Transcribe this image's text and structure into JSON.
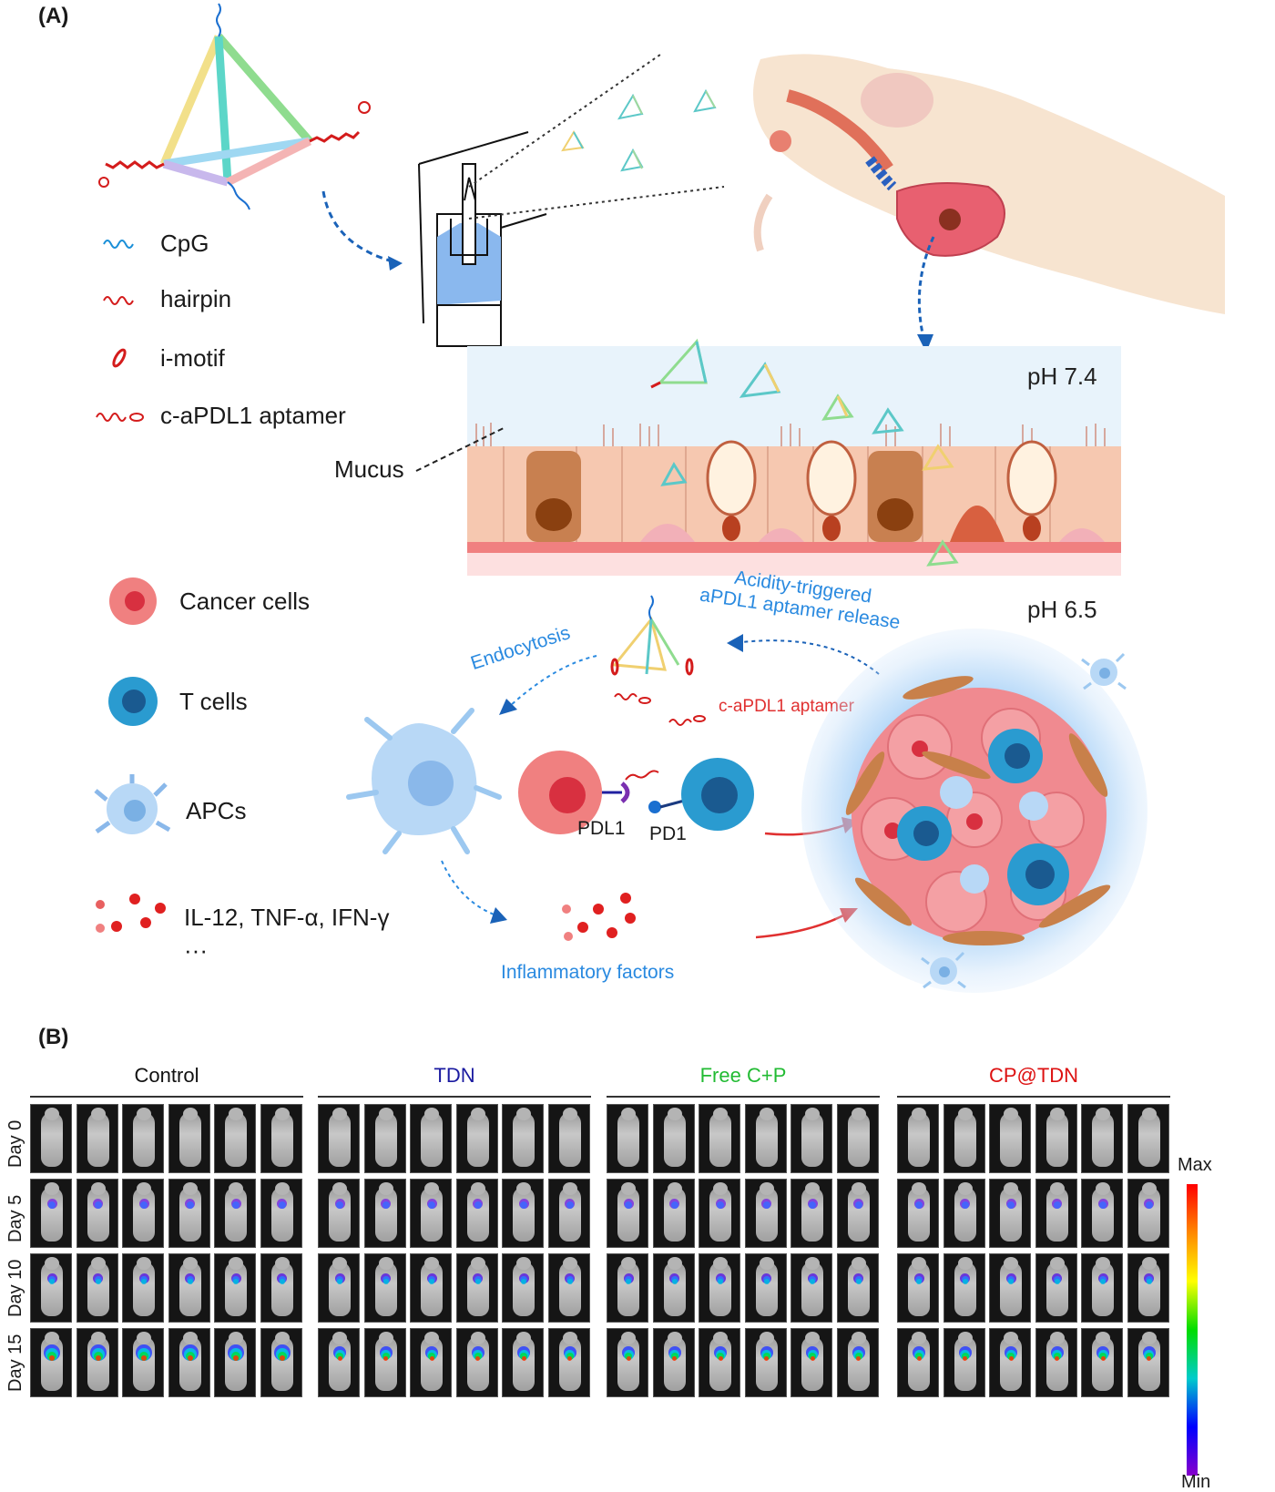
{
  "panelA": {
    "label": "(A)",
    "legend_strands": [
      {
        "label": "CpG",
        "color": "#1a8fd8"
      },
      {
        "label": "hairpin",
        "color": "#d41c1c"
      },
      {
        "label": "i-motif",
        "color": "#d41c1c"
      },
      {
        "label": "c-aPDL1 aptamer",
        "color": "#d41c1c"
      }
    ],
    "legend_cells": [
      {
        "label": "Cancer cells",
        "color": "#f08080"
      },
      {
        "label": "T cells",
        "color": "#2a9bd0"
      },
      {
        "label": "APCs",
        "color": "#9cc8f0"
      },
      {
        "label": "IL-12, TNF-α, IFN-γ",
        "color": "#e02020"
      },
      {
        "label": "···",
        "color": "#1a1a1a"
      }
    ],
    "mucus_label": "Mucus",
    "ph_top": "pH 7.4",
    "ph_bottom": "pH 6.5",
    "acidity_line1": "Acidity-triggered",
    "acidity_line2": "aPDL1 aptamer release",
    "endocytosis": "Endocytosis",
    "aptamer_label": "c-aPDL1 aptamer",
    "pdl1": "PDL1",
    "pd1": "PD1",
    "inflammatory": "Inflammatory factors"
  },
  "panelB": {
    "label": "(B)",
    "groups": [
      {
        "name": "Control",
        "color": "#111111"
      },
      {
        "name": "TDN",
        "color": "#1a1aa0"
      },
      {
        "name": "Free C+P",
        "color": "#22bb33"
      },
      {
        "name": "CP@TDN",
        "color": "#dd1111"
      }
    ],
    "days": [
      "Day 0",
      "Day 5",
      "Day 10",
      "Day 15"
    ],
    "colorbar_max": "Max",
    "colorbar_min": "Min"
  }
}
